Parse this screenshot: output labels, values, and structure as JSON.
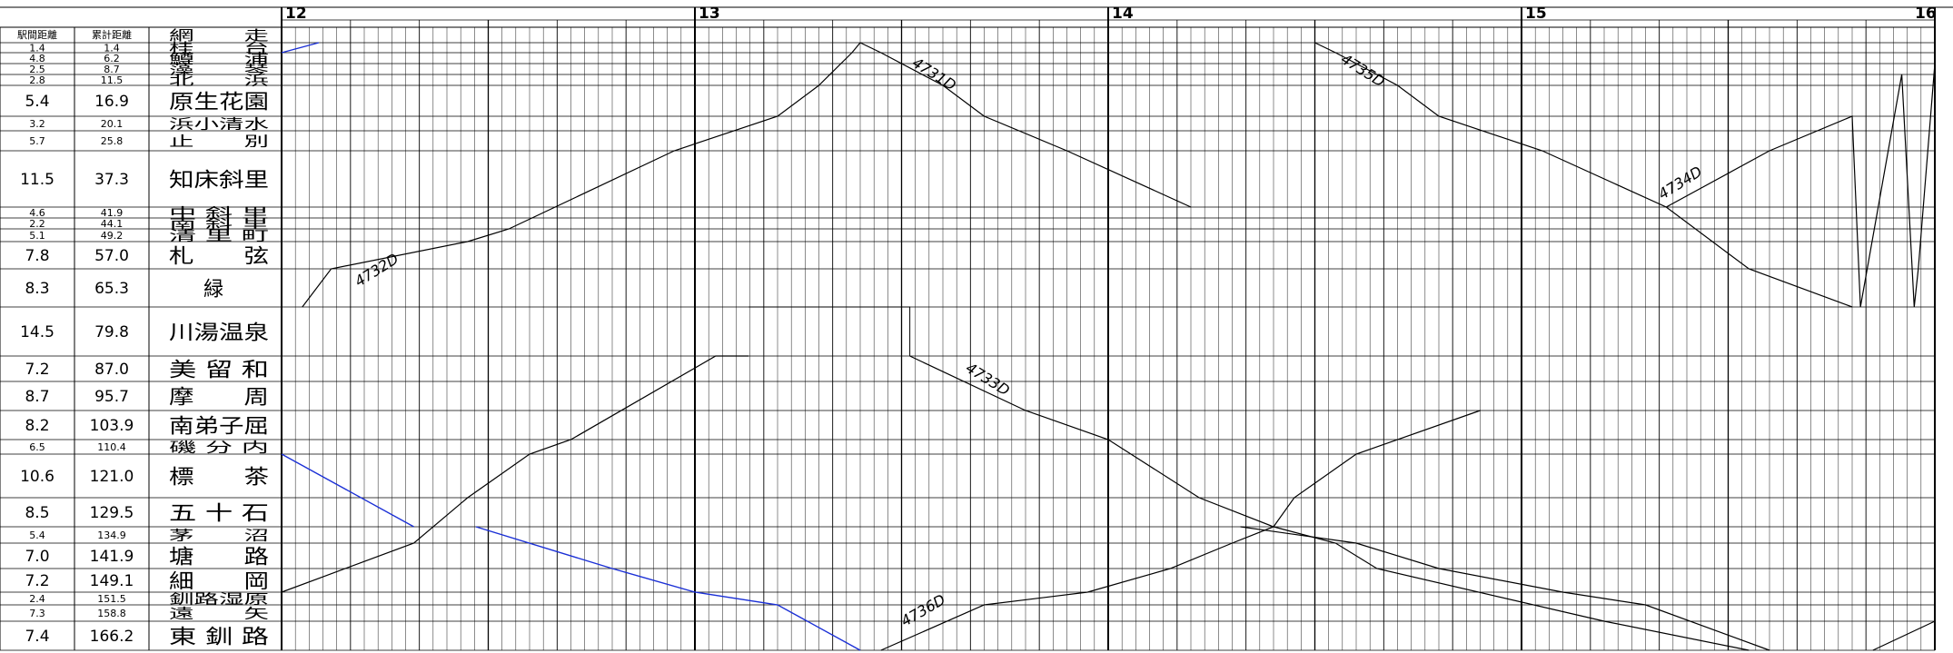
{
  "header": {
    "col_interval": "駅間距離",
    "col_cumulative": "累計距離"
  },
  "hour_labels": [
    "12",
    "13",
    "14",
    "15",
    "16"
  ],
  "stations": [
    {
      "interval": "",
      "total": "",
      "name": "網　　走"
    },
    {
      "interval": "1.4",
      "total": "1.4",
      "name": "桂　　台"
    },
    {
      "interval": "4.8",
      "total": "6.2",
      "name": "鱒　　浦"
    },
    {
      "interval": "2.5",
      "total": "8.7",
      "name": "藻　　琴"
    },
    {
      "interval": "2.8",
      "total": "11.5",
      "name": "北　　浜"
    },
    {
      "interval": "5.4",
      "total": "16.9",
      "name": "原生花園"
    },
    {
      "interval": "3.2",
      "total": "20.1",
      "name": "浜小清水"
    },
    {
      "interval": "5.7",
      "total": "25.8",
      "name": "止　　別"
    },
    {
      "interval": "11.5",
      "total": "37.3",
      "name": "知床斜里"
    },
    {
      "interval": "4.6",
      "total": "41.9",
      "name": "中 斜 里"
    },
    {
      "interval": "2.2",
      "total": "44.1",
      "name": "南 斜 里"
    },
    {
      "interval": "5.1",
      "total": "49.2",
      "name": "清 里 町"
    },
    {
      "interval": "7.8",
      "total": "57.0",
      "name": "札　　弦"
    },
    {
      "interval": "8.3",
      "total": "65.3",
      "name": "緑"
    },
    {
      "interval": "14.5",
      "total": "79.8",
      "name": "川湯温泉"
    },
    {
      "interval": "7.2",
      "total": "87.0",
      "name": "美 留 和"
    },
    {
      "interval": "8.7",
      "total": "95.7",
      "name": "摩　　周"
    },
    {
      "interval": "8.2",
      "total": "103.9",
      "name": "南弟子屈"
    },
    {
      "interval": "6.5",
      "total": "110.4",
      "name": "磯 分 内"
    },
    {
      "interval": "10.6",
      "total": "121.0",
      "name": "標　　茶"
    },
    {
      "interval": "8.5",
      "total": "129.5",
      "name": "五 十 石"
    },
    {
      "interval": "5.4",
      "total": "134.9",
      "name": "茅　　沼"
    },
    {
      "interval": "7.0",
      "total": "141.9",
      "name": "塘　　路"
    },
    {
      "interval": "7.2",
      "total": "149.1",
      "name": "細　　岡"
    },
    {
      "interval": "2.4",
      "total": "151.5",
      "name": "釧路湿原"
    },
    {
      "interval": "7.3",
      "total": "158.8",
      "name": "遠　　矢"
    },
    {
      "interval": "7.4",
      "total": "166.2",
      "name": "東 釧 路"
    }
  ],
  "trains": [
    {
      "label": "4731D",
      "color": "#000000",
      "direction": "down"
    },
    {
      "label": "4735D",
      "color": "#000000",
      "direction": "down"
    },
    {
      "label": "4732D",
      "color": "#000000",
      "direction": "up"
    },
    {
      "label": "4734D",
      "color": "#000000",
      "direction": "up"
    },
    {
      "label": "4733D",
      "color": "#000000",
      "direction": "down"
    },
    {
      "label": "4736D",
      "color": "#000000",
      "direction": "up"
    },
    {
      "label": "",
      "color": "#1a2fd6",
      "direction": "down"
    }
  ]
}
